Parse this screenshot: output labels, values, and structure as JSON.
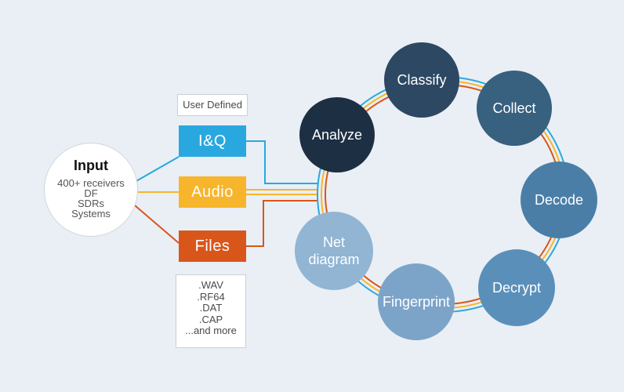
{
  "input": {
    "title": "Input",
    "lines": [
      "400+ receivers",
      "DF",
      "SDRs",
      "Systems"
    ]
  },
  "notes": {
    "user_defined": "User Defined",
    "file_types": [
      ".WAV",
      ".RF64",
      ".DAT",
      ".CAP",
      "...and more"
    ]
  },
  "sources": {
    "iq": "I&Q",
    "audio": "Audio",
    "files": "Files"
  },
  "cycle": {
    "analyze": "Analyze",
    "classify": "Classify",
    "collect": "Collect",
    "decode": "Decode",
    "decrypt": "Decrypt",
    "fingerprint": "Fingerprint",
    "net_diagram": [
      "Net",
      "diagram"
    ]
  },
  "colors": {
    "background": "#e9eff5",
    "iq": "#29a8df",
    "audio": "#f7b52c",
    "files": "#d9561b",
    "analyze": "#1d2f43",
    "classify": "#2d4863",
    "collect": "#38607f",
    "decode": "#4a7ea6",
    "decrypt": "#5a8fb9",
    "fingerprint": "#7ca4c8",
    "net_diagram": "#91b5d3"
  }
}
